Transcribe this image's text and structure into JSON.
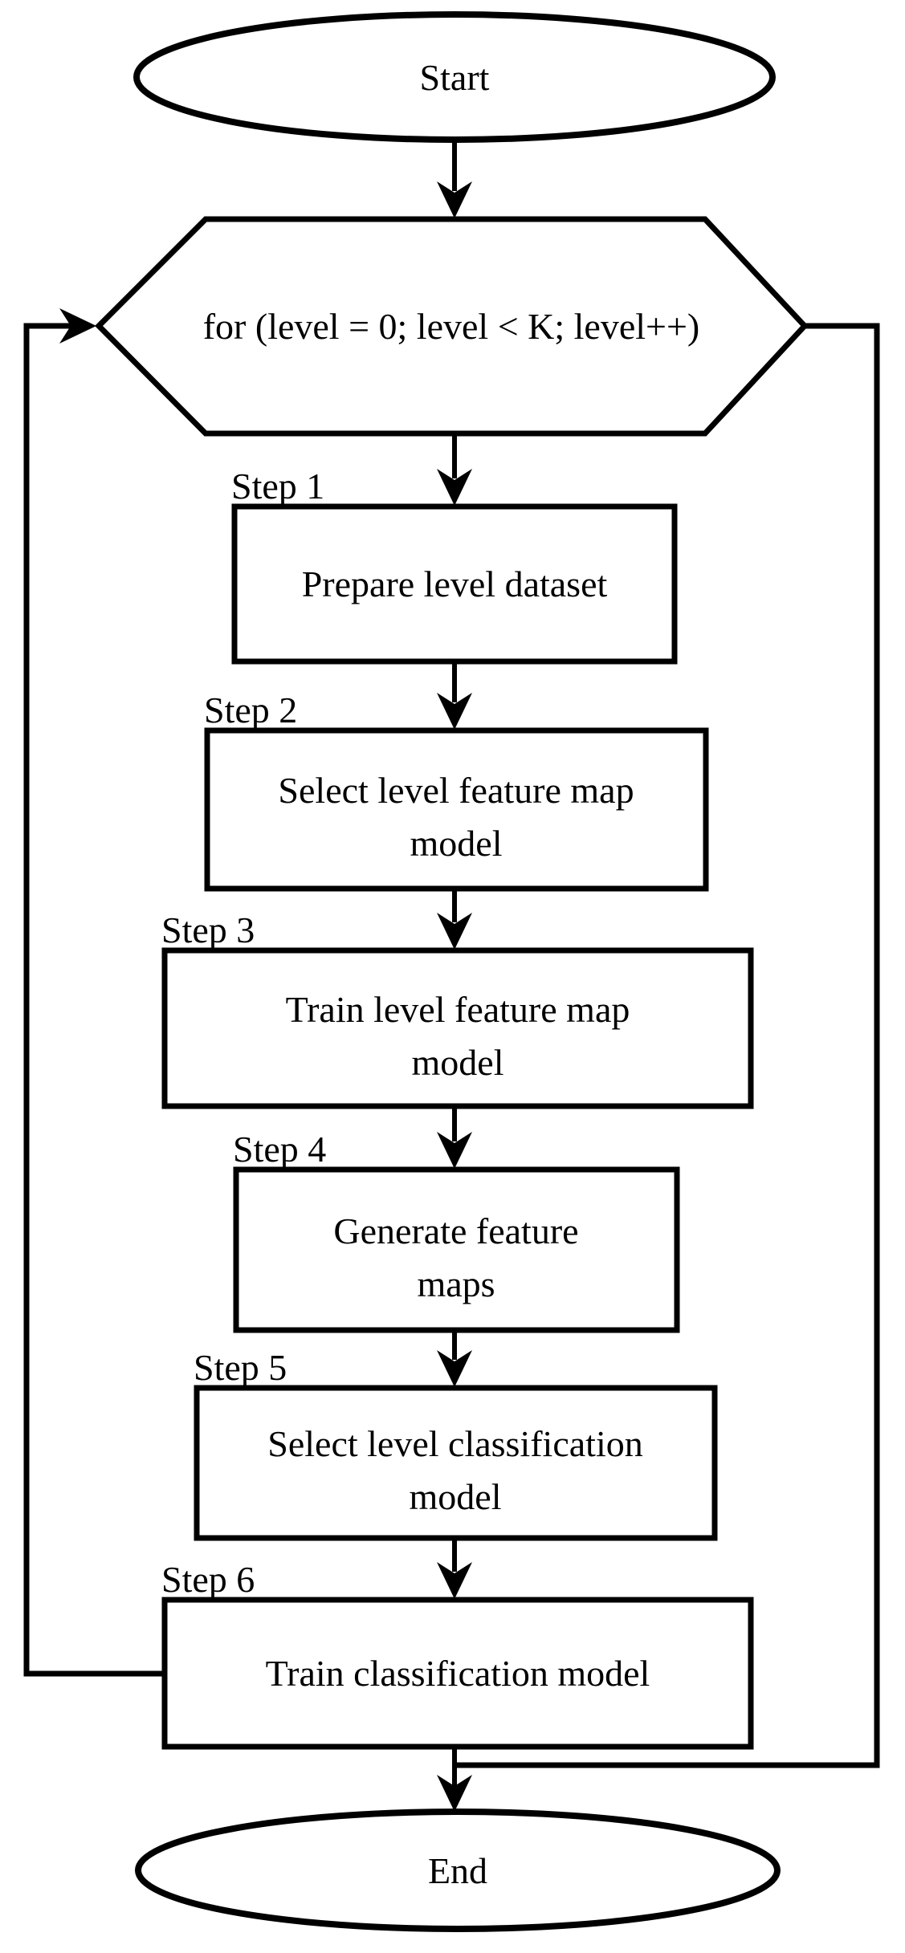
{
  "figure": {
    "type": "flowchart",
    "background_color": "#ffffff",
    "line_color": "#000000",
    "nodes": {
      "start": {
        "shape": "ellipse",
        "label": "Start"
      },
      "loop": {
        "shape": "hexagon",
        "label": "for (level = 0; level < K; level++)"
      },
      "end": {
        "shape": "ellipse",
        "label": "End"
      }
    },
    "steps": [
      {
        "label": "Step 1",
        "lines": [
          "Prepare level dataset"
        ]
      },
      {
        "label": "Step 2",
        "lines": [
          "Select level feature map",
          "model"
        ]
      },
      {
        "label": "Step 3",
        "lines": [
          "Train level feature map",
          "model"
        ]
      },
      {
        "label": "Step 4",
        "lines": [
          "Generate feature",
          "maps"
        ]
      },
      {
        "label": "Step 5",
        "lines": [
          "Select level classification",
          "model"
        ]
      },
      {
        "label": "Step 6",
        "lines": [
          "Train classification model"
        ]
      }
    ]
  }
}
